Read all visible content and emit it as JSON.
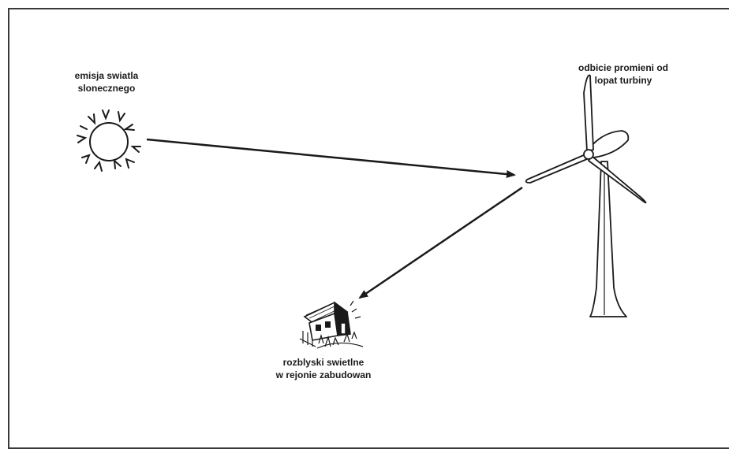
{
  "labels": {
    "sun": [
      "emisja swiatla",
      "slonecznego"
    ],
    "turbine": [
      "odbicie promieni od",
      "lopat turbiny"
    ],
    "house": [
      "rozblyski swietlne",
      "w rejonie zabudowan"
    ]
  },
  "icons": {
    "sun": "sun-icon",
    "turbine": "wind-turbine-icon",
    "house": "house-icon"
  },
  "colors": {
    "ink": "#1a1a1a",
    "frame": "#3a3a3a",
    "background": "#ffffff"
  }
}
